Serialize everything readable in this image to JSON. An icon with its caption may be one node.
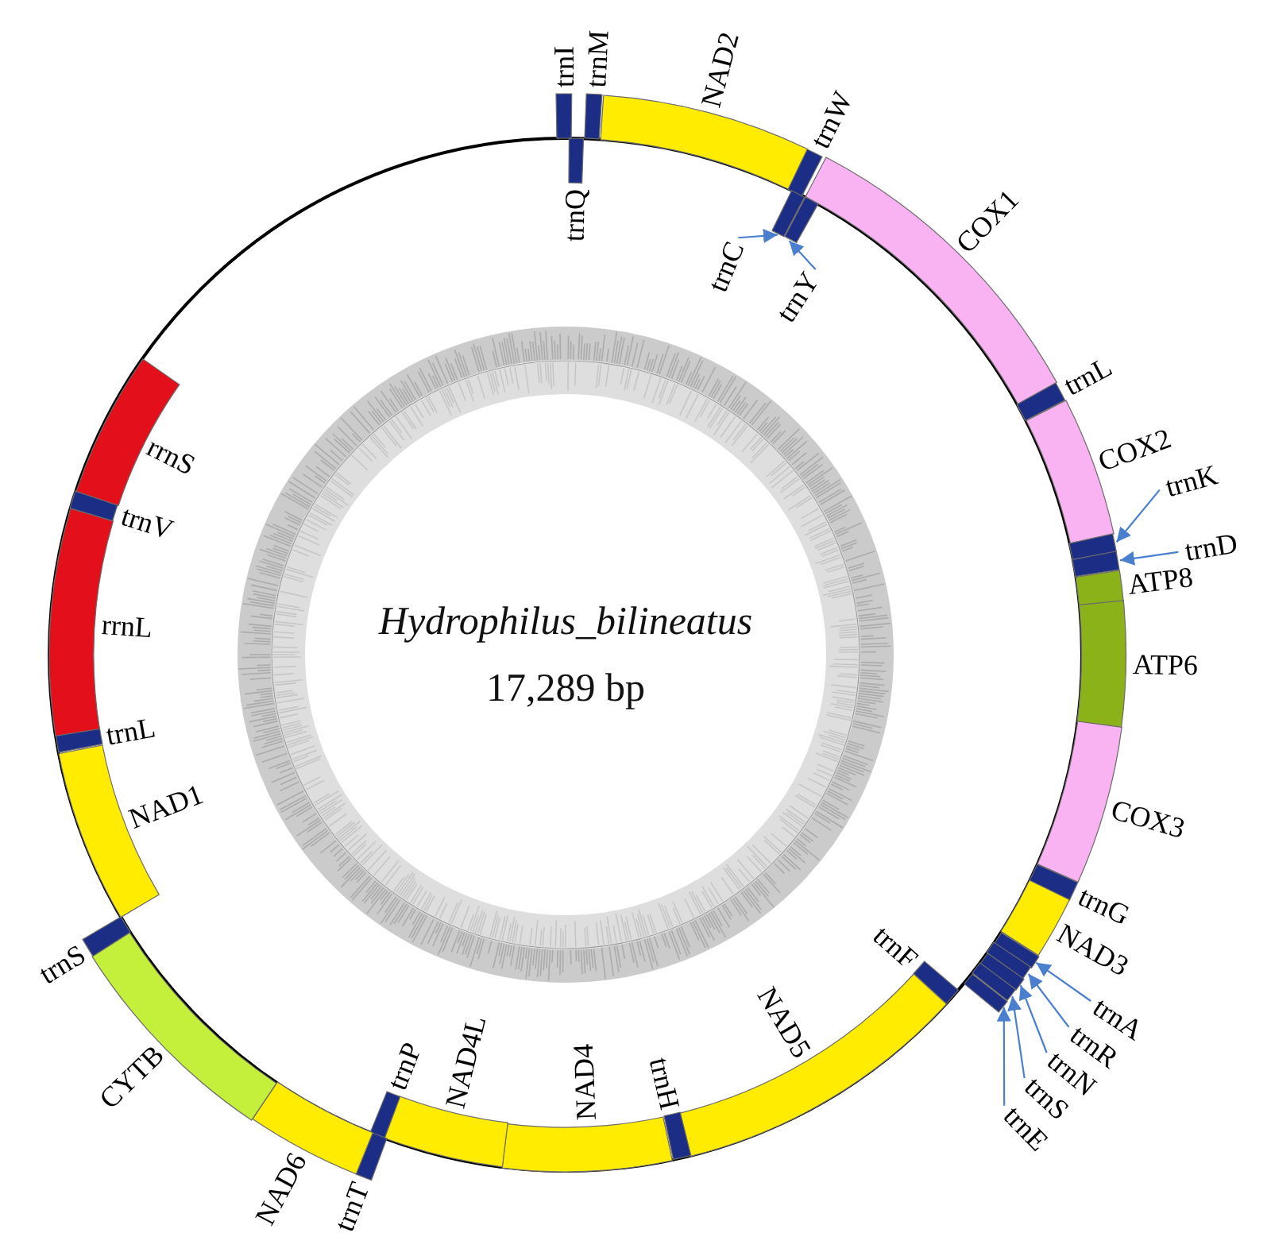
{
  "diagram": {
    "title": "Hydrophilus_bilineatus",
    "nodes": [
      {
        "text": [
          "trnI"
        ]
      },
      {
        "text": [
          "trnM"
        ]
      },
      {
        "text": [
          "trnQ"
        ]
      },
      {
        "text": [
          "NAD2"
        ]
      },
      {
        "text": [
          "trnW"
        ]
      },
      {
        "text": [
          "trnC"
        ]
      },
      {
        "text": [
          "trnY"
        ]
      },
      {
        "text": [],
        "shape": "bar"
      },
      {
        "text": [],
        "shape": "bar"
      },
      {
        "text": [
          "COX1"
        ]
      },
      {
        "text": [
          "trnL"
        ]
      },
      {
        "text": [
          "COX2"
        ]
      },
      {
        "text": [
          "trnK"
        ]
      },
      {
        "text": [
          "trnD"
        ]
      },
      {
        "text": [],
        "shape": "bar"
      },
      {
        "text": [],
        "shape": "bar"
      },
      {
        "text": [
          "ATP8"
        ]
      },
      {
        "text": [
          "ATP6"
        ]
      },
      {
        "text": [
          "COX3"
        ]
      },
      {
        "text": [
          "trnG"
        ]
      },
      {
        "text": [
          "NAD3"
        ]
      },
      {
        "text": [
          "trnA"
        ]
      },
      {
        "text": [
          "trnR"
        ]
      },
      {
        "text": [
          "trnN"
        ]
      },
      {
        "text": [
          "trnS"
        ]
      },
      {
        "text": [
          "trnE"
        ]
      },
      {
        "text": [],
        "shape": "bar"
      },
      {
        "text": [],
        "shape": "bar"
      },
      {
        "text": [],
        "shape": "bar"
      },
      {
        "text": [],
        "shape": "bar"
      },
      {
        "text": [],
        "shape": "bar"
      },
      {
        "text": [
          "trnF"
        ]
      },
      {
        "text": [
          "NAD5"
        ]
      },
      {
        "text": [
          "trnH"
        ]
      },
      {
        "text": [
          "NAD4"
        ]
      },
      {
        "text": [
          "NAD4L"
        ]
      },
      {
        "text": [
          "trnP"
        ]
      },
      {
        "text": [
          "trnT"
        ]
      },
      {
        "text": [
          "NAD6"
        ]
      },
      {
        "text": [
          "CYTB"
        ]
      },
      {
        "text": [
          "trnS"
        ]
      },
      {
        "text": [
          "NAD1"
        ]
      },
      {
        "text": [
          "trnL"
        ]
      },
      {
        "text": [
          "rrnL"
        ]
      },
      {
        "text": [
          "trnV"
        ]
      },
      {
        "text": [
          "rrnS"
        ]
      }
    ],
    "edges": [
      {
        "from": 5,
        "to": 7,
        "arrow": "to"
      },
      {
        "from": 6,
        "to": 8,
        "arrow": "to"
      },
      {
        "from": 12,
        "to": 14,
        "arrow": "to"
      },
      {
        "from": 13,
        "to": 15,
        "arrow": "to"
      },
      {
        "from": 21,
        "to": 26,
        "arrow": "to"
      },
      {
        "from": 22,
        "to": 27,
        "arrow": "to"
      },
      {
        "from": 23,
        "to": 28,
        "arrow": "to"
      },
      {
        "from": 24,
        "to": 29,
        "arrow": "to"
      },
      {
        "from": 25,
        "to": 30,
        "arrow": "to"
      }
    ],
    "labels": [
      "17,289 bp"
    ]
  }
}
